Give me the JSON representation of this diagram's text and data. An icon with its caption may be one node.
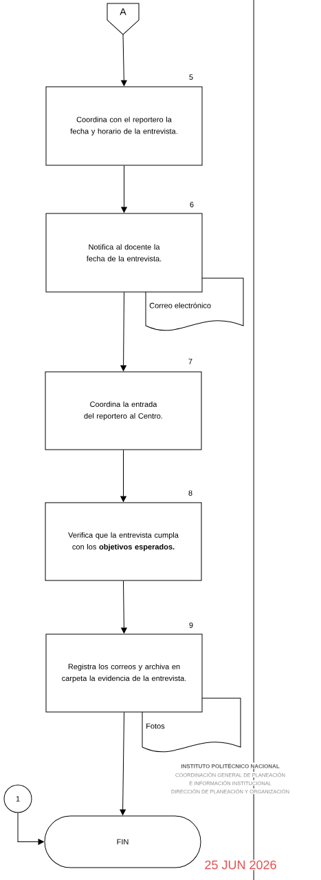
{
  "diagram": {
    "nodes": [
      {
        "text": [
          "A"
        ]
      },
      {
        "text": [
          "Coordina con el reportero la fecha y horario de la entrevista."
        ],
        "beside": [
          "5"
        ]
      },
      {
        "text": [
          "Notifica al docente la fecha de la entrevista."
        ],
        "beside": [
          "6"
        ]
      },
      {
        "text": [
          "Correo electrónico"
        ]
      },
      {
        "text": [
          "Coordina la entrada del reportero al Centro."
        ],
        "beside": [
          "7"
        ]
      },
      {
        "text": [
          "Verifica que la entrevista cumpla con los **objetivos esperados.**"
        ],
        "beside": [
          "8"
        ]
      },
      {
        "text": [
          "Registra los correos y archiva en carpeta la evidencia de la entrevista."
        ],
        "beside": [
          "9"
        ]
      },
      {
        "text": [
          "Fotos"
        ]
      },
      {
        "text": [
          "1"
        ]
      },
      {
        "text": [
          "FIN"
        ]
      }
    ],
    "edges": [
      {
        "from": 0,
        "to": 1,
        "arrow": "to"
      },
      {
        "from": 1,
        "to": 2,
        "arrow": "to"
      },
      {
        "from": 2,
        "to": 4,
        "arrow": "to"
      },
      {
        "from": 4,
        "to": 5,
        "arrow": "to"
      },
      {
        "from": 5,
        "to": 6,
        "arrow": "to"
      },
      {
        "from": 6,
        "to": 9,
        "arrow": "to"
      },
      {
        "from": 8,
        "to": 9,
        "arrow": "to"
      }
    ],
    "labels": [
      "INSTITUTO POLITÉCNICO NACIONAL",
      "COORDINACIÓN GENERAL DE PLANEACIÓN",
      "E INFORMACIÓN INSTITUCIONAL",
      "DIRECCIÓN DE PLANEACIÓN Y ORGANIZACIÓN",
      "25 JUN 2026"
    ]
  }
}
